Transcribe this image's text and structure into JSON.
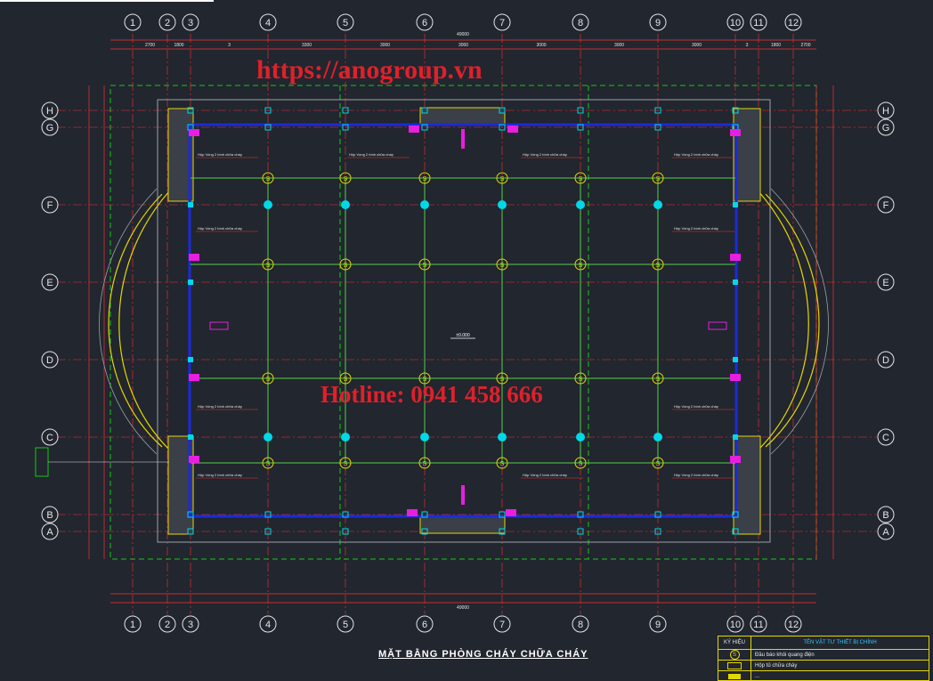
{
  "grid": {
    "cols": [
      "1",
      "2",
      "3",
      "4",
      "5",
      "6",
      "7",
      "8",
      "9",
      "10",
      "11",
      "12"
    ],
    "rows": [
      "H",
      "G",
      "F",
      "E",
      "D",
      "C",
      "B",
      "A"
    ],
    "top_dims": [
      "2700",
      "1800",
      "3",
      "3300",
      "3000",
      "3000",
      "3000",
      "3000",
      "3000",
      "3",
      "1800",
      "2700"
    ],
    "total_dim": "49000"
  },
  "watermark": {
    "url": "https://anogroup.vn",
    "hotline": "Hotline: 0941 458 666"
  },
  "sheet_title": "MẶT BẰNG PHÒNG CHÁY CHỮA CHÁY",
  "legend": {
    "col1": "KÝ HIỆU",
    "col2": "TÊN VẬT TƯ THIẾT BỊ CHÍNH",
    "rows": [
      {
        "symbol": "S",
        "text": "Đầu báo khói quang điện"
      },
      {
        "symbol": "box",
        "text": "Hộp tủ chữa cháy"
      },
      {
        "symbol": "box2",
        "text": "..."
      }
    ]
  },
  "annotations": {
    "hose_box": "Hộp Vòng 2 bình chữa cháy",
    "level": "±0.000"
  },
  "colors": {
    "background": "#21262f",
    "grid_line": "#ff3030",
    "axis_circle": "#e6e6e6",
    "wall": "#1b2bd8",
    "pipe": "#58d048",
    "detector": "#e6d600",
    "column": "#00d8e8",
    "equipment": "#e81ee0",
    "boundary": "#18c818",
    "hatch": "#c8c8c8"
  }
}
